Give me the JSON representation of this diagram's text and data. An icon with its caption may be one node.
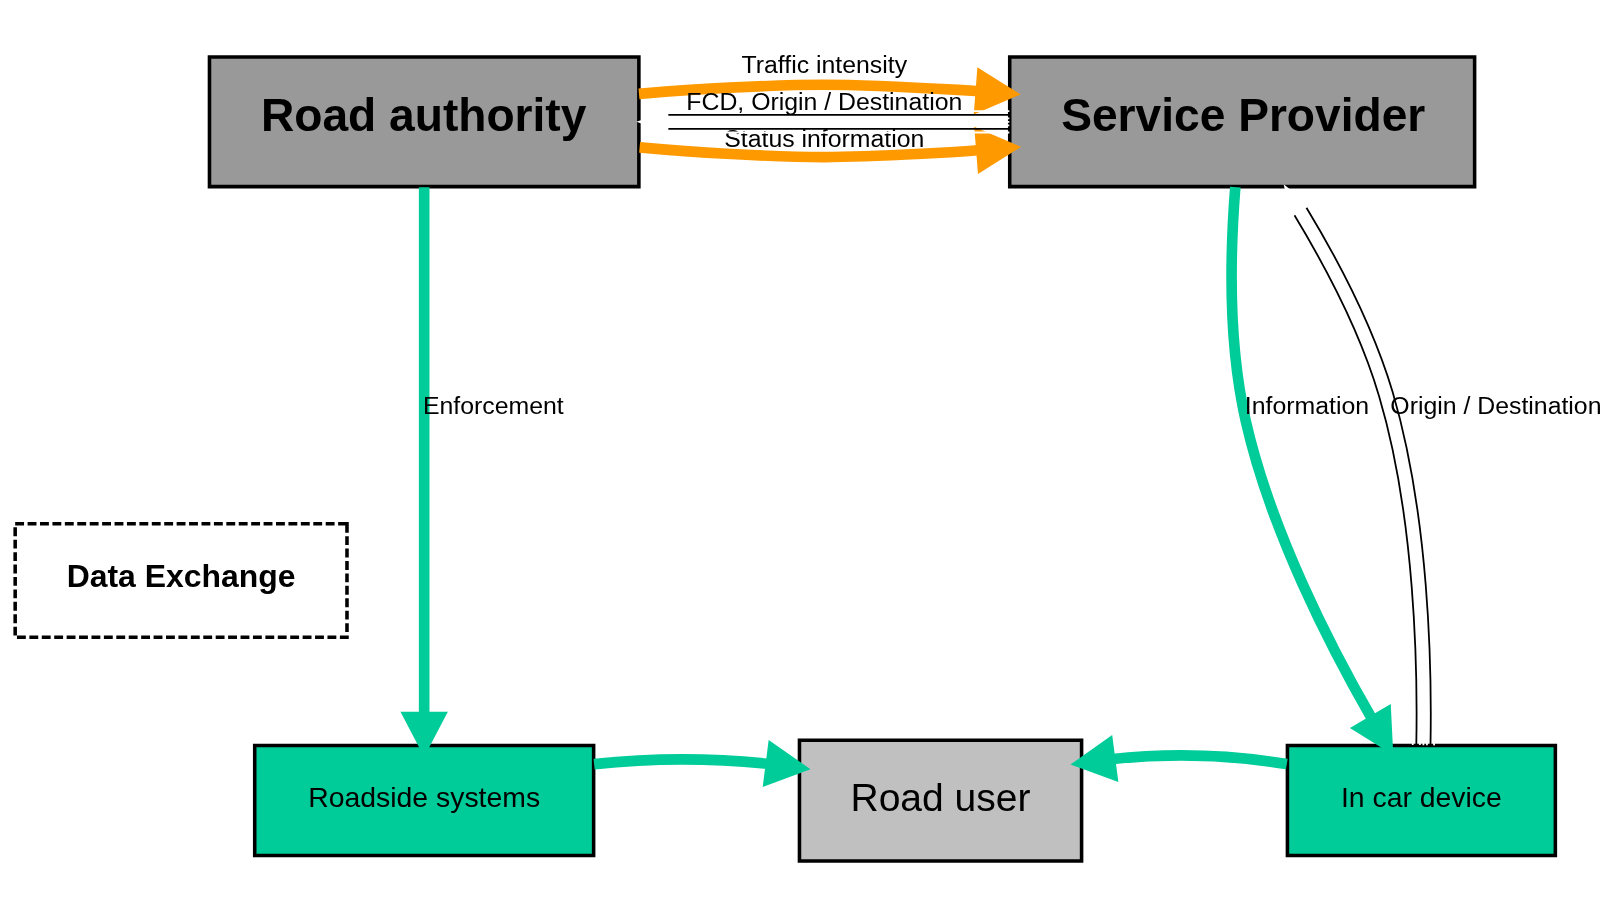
{
  "diagram": {
    "nodes": [
      {
        "text": [
          "Road authority"
        ]
      },
      {
        "text": [
          "Data Exchange"
        ]
      },
      {
        "text": [
          "Service Provider"
        ]
      },
      {
        "text": [
          "Roadside systems"
        ]
      },
      {
        "text": [
          "Road user"
        ]
      },
      {
        "text": [
          "In car device"
        ]
      }
    ],
    "edges": [
      {
        "from": 2,
        "to": 0,
        "arrow": "to",
        "label": "FCD, Origin / Destination",
        "color": "#ffffff"
      },
      {
        "from": 0,
        "to": 2,
        "arrow": "to",
        "label": "Status information",
        "color": "#ff9900"
      },
      {
        "from": 0,
        "to": 2,
        "arrow": "to",
        "label": "Traffic intensity",
        "color": "#ff9900"
      },
      {
        "from": 0,
        "to": 3,
        "arrow": "to",
        "label": "Enforcement"
      },
      {
        "from": 2,
        "to": 5,
        "arrow": "to",
        "label": "Information"
      },
      {
        "from": 5,
        "to": 2,
        "arrow": "to",
        "label": "Origin / Destination",
        "color": "#ffffff"
      },
      {
        "from": 3,
        "to": 4,
        "arrow": "to"
      },
      {
        "from": 5,
        "to": 4,
        "arrow": "to"
      }
    ]
  }
}
